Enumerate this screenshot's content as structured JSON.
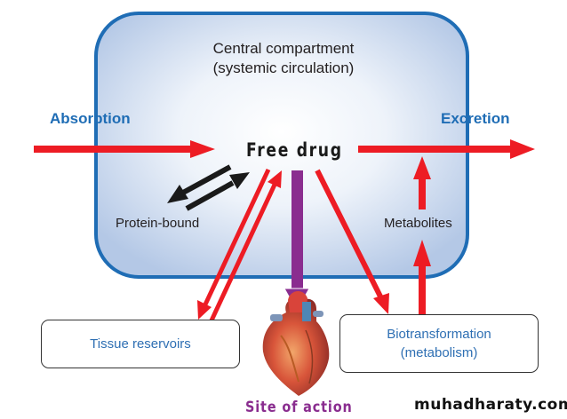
{
  "diagram": {
    "central_compartment": {
      "line1": "Central compartment",
      "line2": "(systemic circulation)"
    },
    "free_drug": "Free drug",
    "absorption": "Absorption",
    "excretion": "Excretion",
    "protein_bound": "Protein-bound",
    "metabolites": "Metabolites",
    "tissue_reservoirs": "Tissue reservoirs",
    "biotransformation": {
      "line1": "Biotransformation",
      "line2": "(metabolism)"
    },
    "site_of_action": "Site of action",
    "watermark": "muhadharaty.com"
  },
  "icons": {
    "heart": "heart-icon"
  },
  "colors": {
    "compartment_border": "#1f6db5",
    "flow_arrow": "#ed1c24",
    "action_arrow": "#8a2d8f",
    "binding_arrow": "#1a1a1a",
    "heading_blue": "#1f6db5"
  }
}
